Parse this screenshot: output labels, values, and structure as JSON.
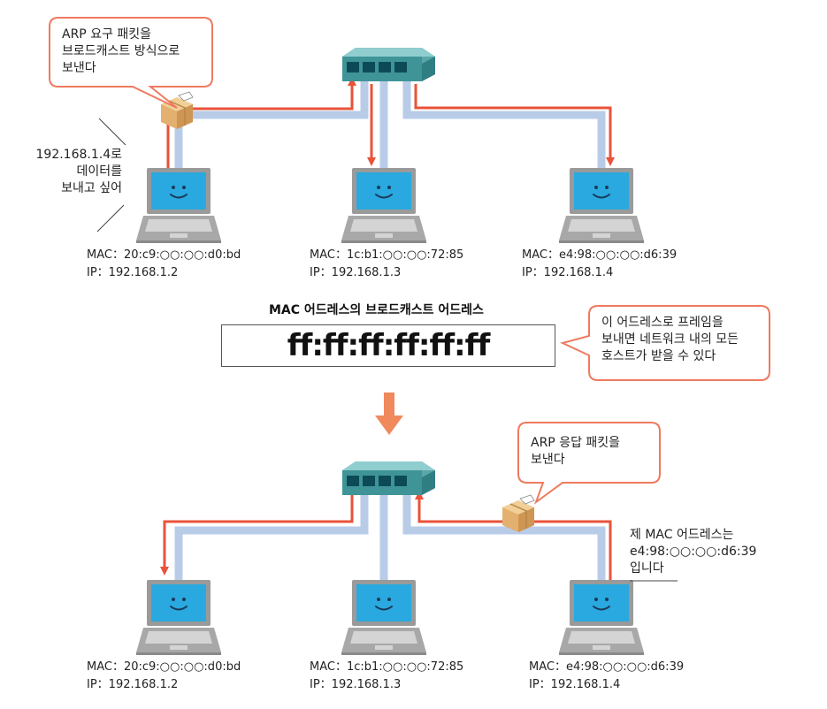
{
  "colors": {
    "cable": "#b8cce8",
    "arrow": "#e8533a",
    "callout_border": "#ef7a5f",
    "big_arrow": "#f08a5d",
    "switch_body": "#5aa6a8",
    "screen": "#29a9df",
    "laptop_body": "#9a9a9a",
    "package": "#e3b06f"
  },
  "top": {
    "callout": "ARP 요구 패킷을\n브로드캐스트 방식으로\n보낸다",
    "sender_note": "192.168.1.4로\n데이터를\n보내고 싶어",
    "hosts": [
      {
        "mac": "MAC：20:c9:○○:○○:d0:bd",
        "ip": "IP：192.168.1.2"
      },
      {
        "mac": "MAC：1c:b1:○○:○○:72:85",
        "ip": "IP：192.168.1.3"
      },
      {
        "mac": "MAC：e4:98:○○:○○:d6:39",
        "ip": "IP：192.168.1.4"
      }
    ]
  },
  "middle": {
    "title": "MAC 어드레스의 브로드캐스트 어드레스",
    "broadcast_address": "ff:ff:ff:ff:ff:ff",
    "callout": "이 어드레스로 프레임을\n보내면 네트워크 내의 모든\n호스트가 받을 수 있다"
  },
  "bottom": {
    "callout": "ARP 응답 패킷을\n보낸다",
    "reply_note": "제 MAC 어드레스는\ne4:98:○○:○○:d6:39\n입니다",
    "hosts": [
      {
        "mac": "MAC：20:c9:○○:○○:d0:bd",
        "ip": "IP：192.168.1.2"
      },
      {
        "mac": "MAC：1c:b1:○○:○○:72:85",
        "ip": "IP：192.168.1.3"
      },
      {
        "mac": "MAC：e4:98:○○:○○:d6:39",
        "ip": "IP：192.168.1.4"
      }
    ]
  }
}
